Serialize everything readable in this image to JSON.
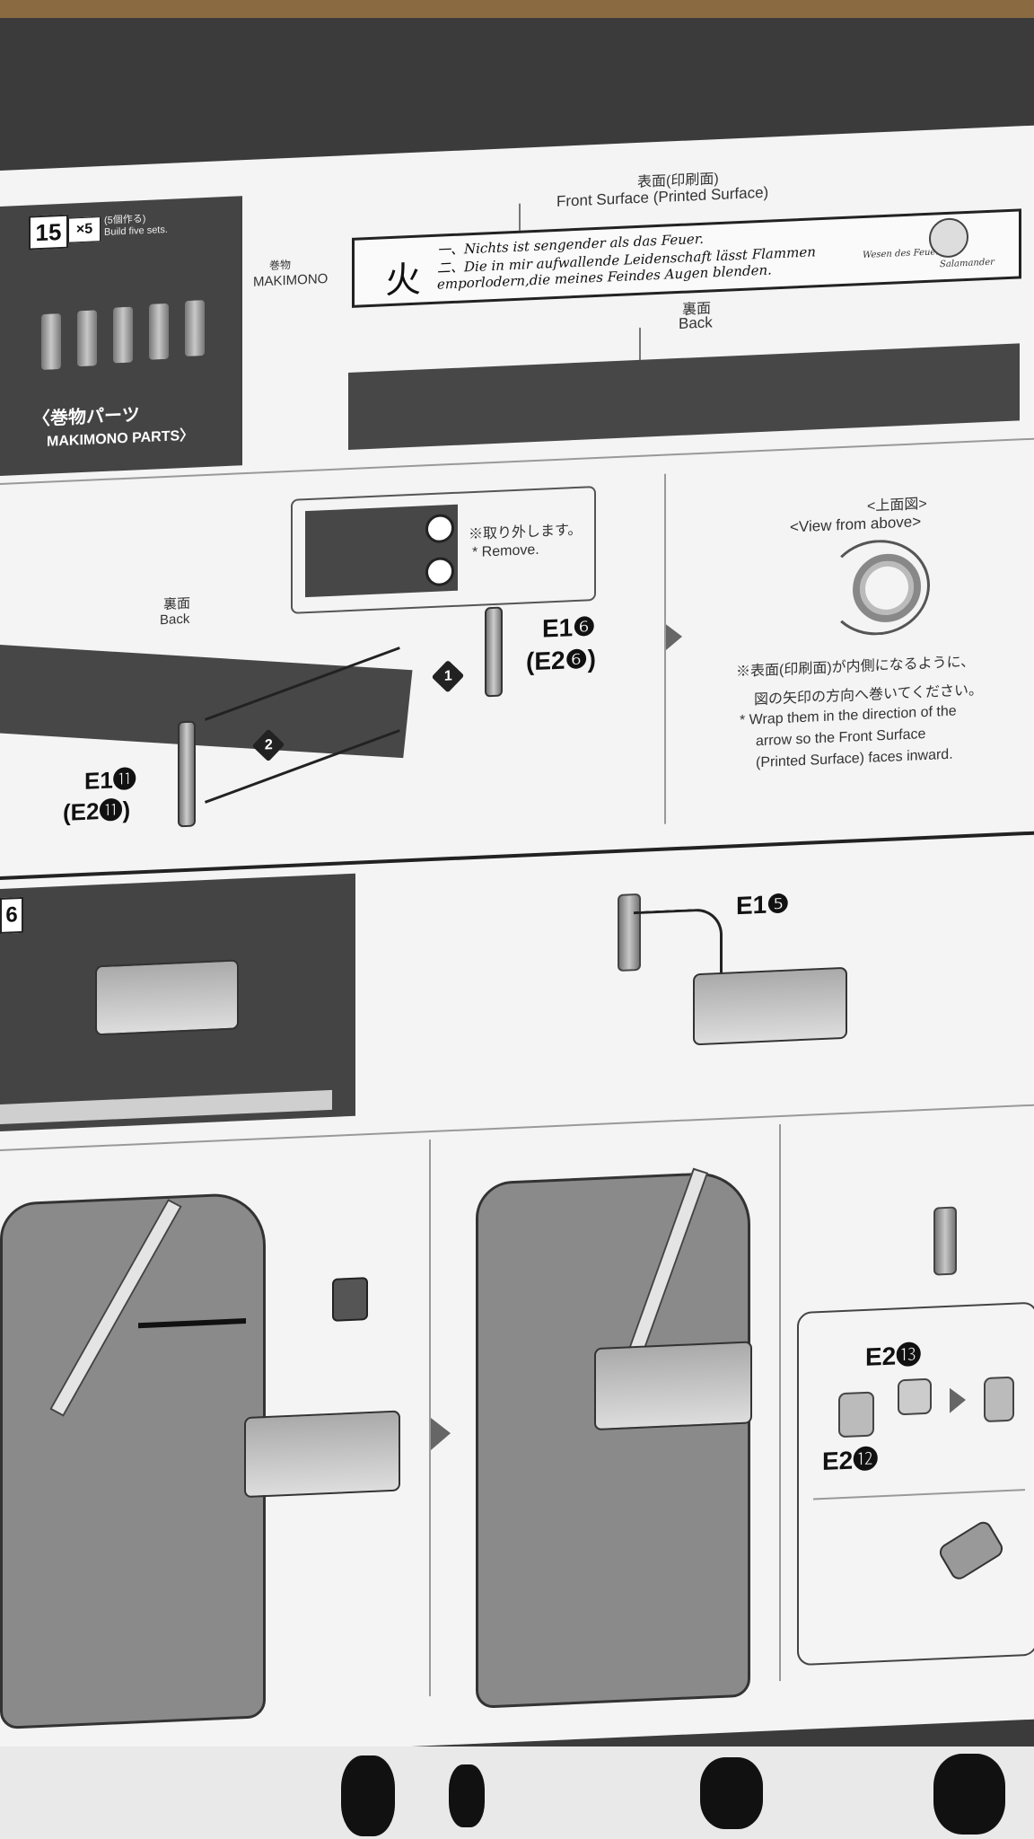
{
  "step15": {
    "number": "15",
    "multiplier": "×5",
    "make_jp": "(5個作る)",
    "make_en": "Build five sets.",
    "makimono_jp": "巻物",
    "makimono_en": "MAKIMONO",
    "parts_jp": "〈巻物パーツ",
    "parts_en": "MAKIMONO PARTS〉",
    "front_jp": "表面(印刷面)",
    "front_en": "Front Surface (Printed Surface)",
    "scroll_line1": "一、Nichts ist sengender als das Feuer.",
    "scroll_line2": "二、Die in mir aufwallende Leidenschaft lässt Flammen",
    "scroll_line3": "emporlodern,die meines Feindes Augen blenden.",
    "scroll_signature1": "Wesen des Feuers",
    "scroll_signature2": "Salamander",
    "scroll_kanji": "火",
    "back_jp": "裏面",
    "back_en": "Back",
    "remove_jp": "※取り外します。",
    "remove_en": "* Remove.",
    "back2_jp": "裏面",
    "back2_en": "Back",
    "part_e1_6": "E1❻",
    "part_e2_6": "(E2❻)",
    "part_e1_11": "E1⓫",
    "part_e2_11": "(E2⓫)",
    "step1": "1",
    "step2": "2",
    "view_jp": "<上面図>",
    "view_en": "<View from above>",
    "wrap_jp1": "※表面(印刷面)が内側になるように、",
    "wrap_jp2": "図の矢印の方向へ巻いてください。",
    "wrap_en1": "* Wrap them in the direction of the",
    "wrap_en2": "arrow so the Front Surface",
    "wrap_en3": "(Printed Surface) faces inward."
  },
  "step16": {
    "number": "6",
    "part_e1_5": "E1❺"
  },
  "step17": {
    "part_e2_13": "E2⓭",
    "part_e2_12": "E2⓬"
  }
}
